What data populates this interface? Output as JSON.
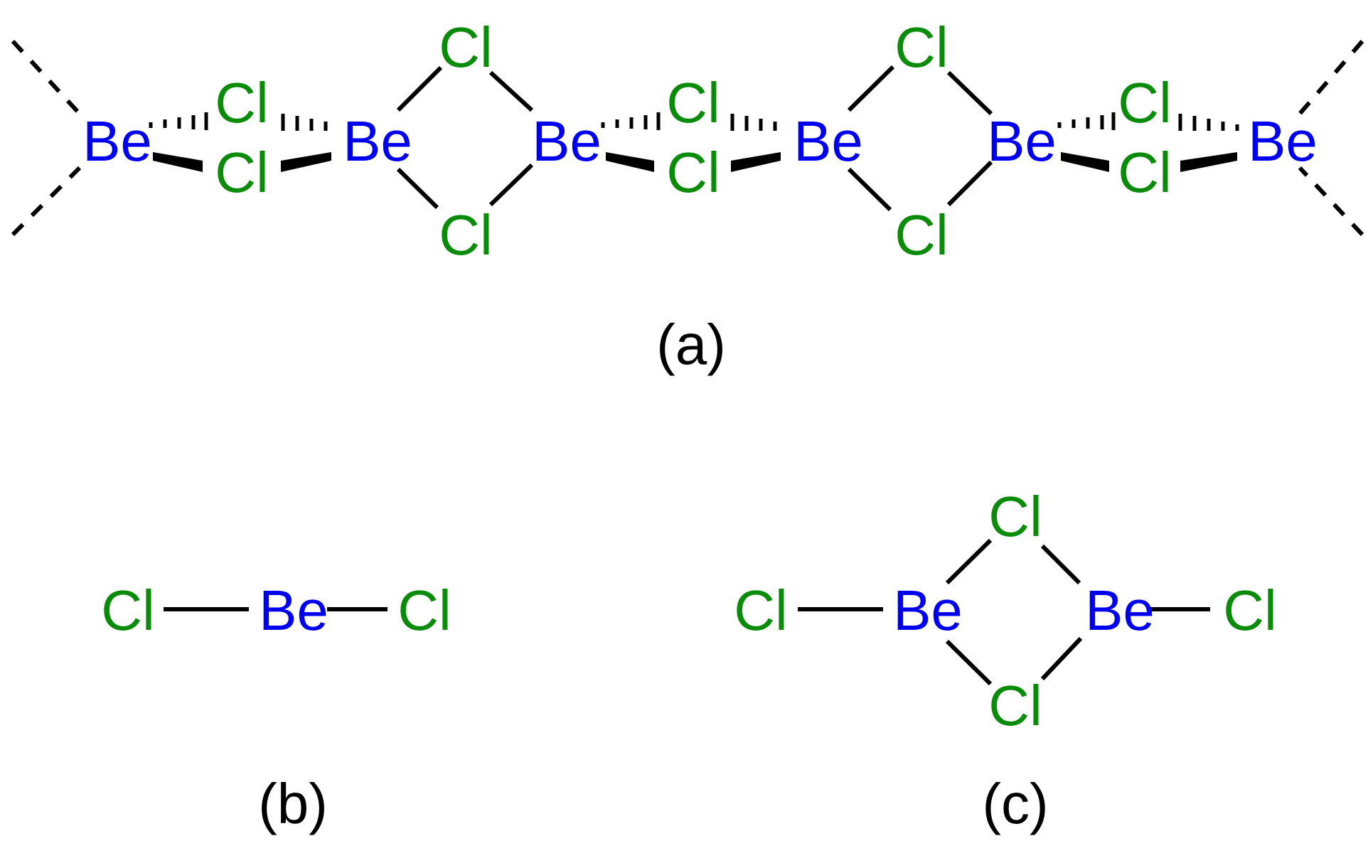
{
  "colors": {
    "beryllium": "#0000f0",
    "chlorine": "#0a8c0a",
    "bond": "#000000",
    "caption": "#000000"
  },
  "panel_a": {
    "be1": "Be",
    "be2": "Be",
    "be3": "Be",
    "be4": "Be",
    "be5": "Be",
    "be6": "Be",
    "cl_top_1": "Cl",
    "cl_bot_1": "Cl",
    "cl_ring_top_1": "Cl",
    "cl_ring_bot_1": "Cl",
    "cl_top_2": "Cl",
    "cl_bot_2": "Cl",
    "cl_ring_top_2": "Cl",
    "cl_ring_bot_2": "Cl",
    "cl_top_3": "Cl",
    "cl_bot_3": "Cl",
    "caption": "(a)"
  },
  "panel_b": {
    "cl_left": "Cl",
    "be": "Be",
    "cl_right": "Cl",
    "caption": "(b)"
  },
  "panel_c": {
    "cl_left": "Cl",
    "be_left": "Be",
    "cl_top": "Cl",
    "cl_bottom": "Cl",
    "be_right": "Be",
    "cl_right": "Cl",
    "caption": "(c)"
  }
}
